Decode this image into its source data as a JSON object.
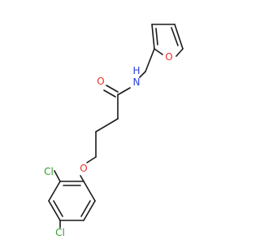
{
  "molecule": {
    "atoms": {
      "O_carbonyl": {
        "symbol": "O",
        "color": "#e8302a"
      },
      "N_amide": {
        "symbol": "N",
        "color": "#2b3fd6"
      },
      "H_amide": {
        "symbol": "H",
        "color": "#2b3fd6"
      },
      "O_furan": {
        "symbol": "O",
        "color": "#e8302a"
      },
      "O_ether": {
        "symbol": "O",
        "color": "#e8302a"
      },
      "Cl_2": {
        "symbol": "Cl",
        "color": "#2ea02c"
      },
      "Cl_4": {
        "symbol": "Cl",
        "color": "#2ea02c"
      }
    },
    "bond_color": "#1a1a1a"
  }
}
